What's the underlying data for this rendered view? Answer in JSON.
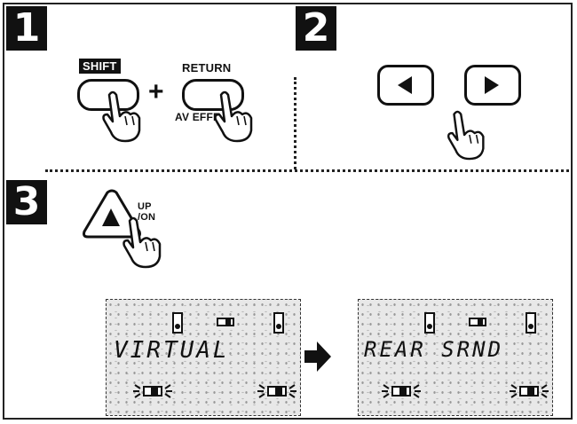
{
  "steps": [
    "1",
    "2",
    "3"
  ],
  "step1": {
    "shift_label": "SHIFT",
    "plus": "+",
    "return_label": "RETURN",
    "av_label": "AV EFFE"
  },
  "step3": {
    "up_label_1": "UP",
    "up_label_2": "/ON"
  },
  "displays": {
    "before": "VIRTUAL",
    "after": "REAR SRND"
  }
}
